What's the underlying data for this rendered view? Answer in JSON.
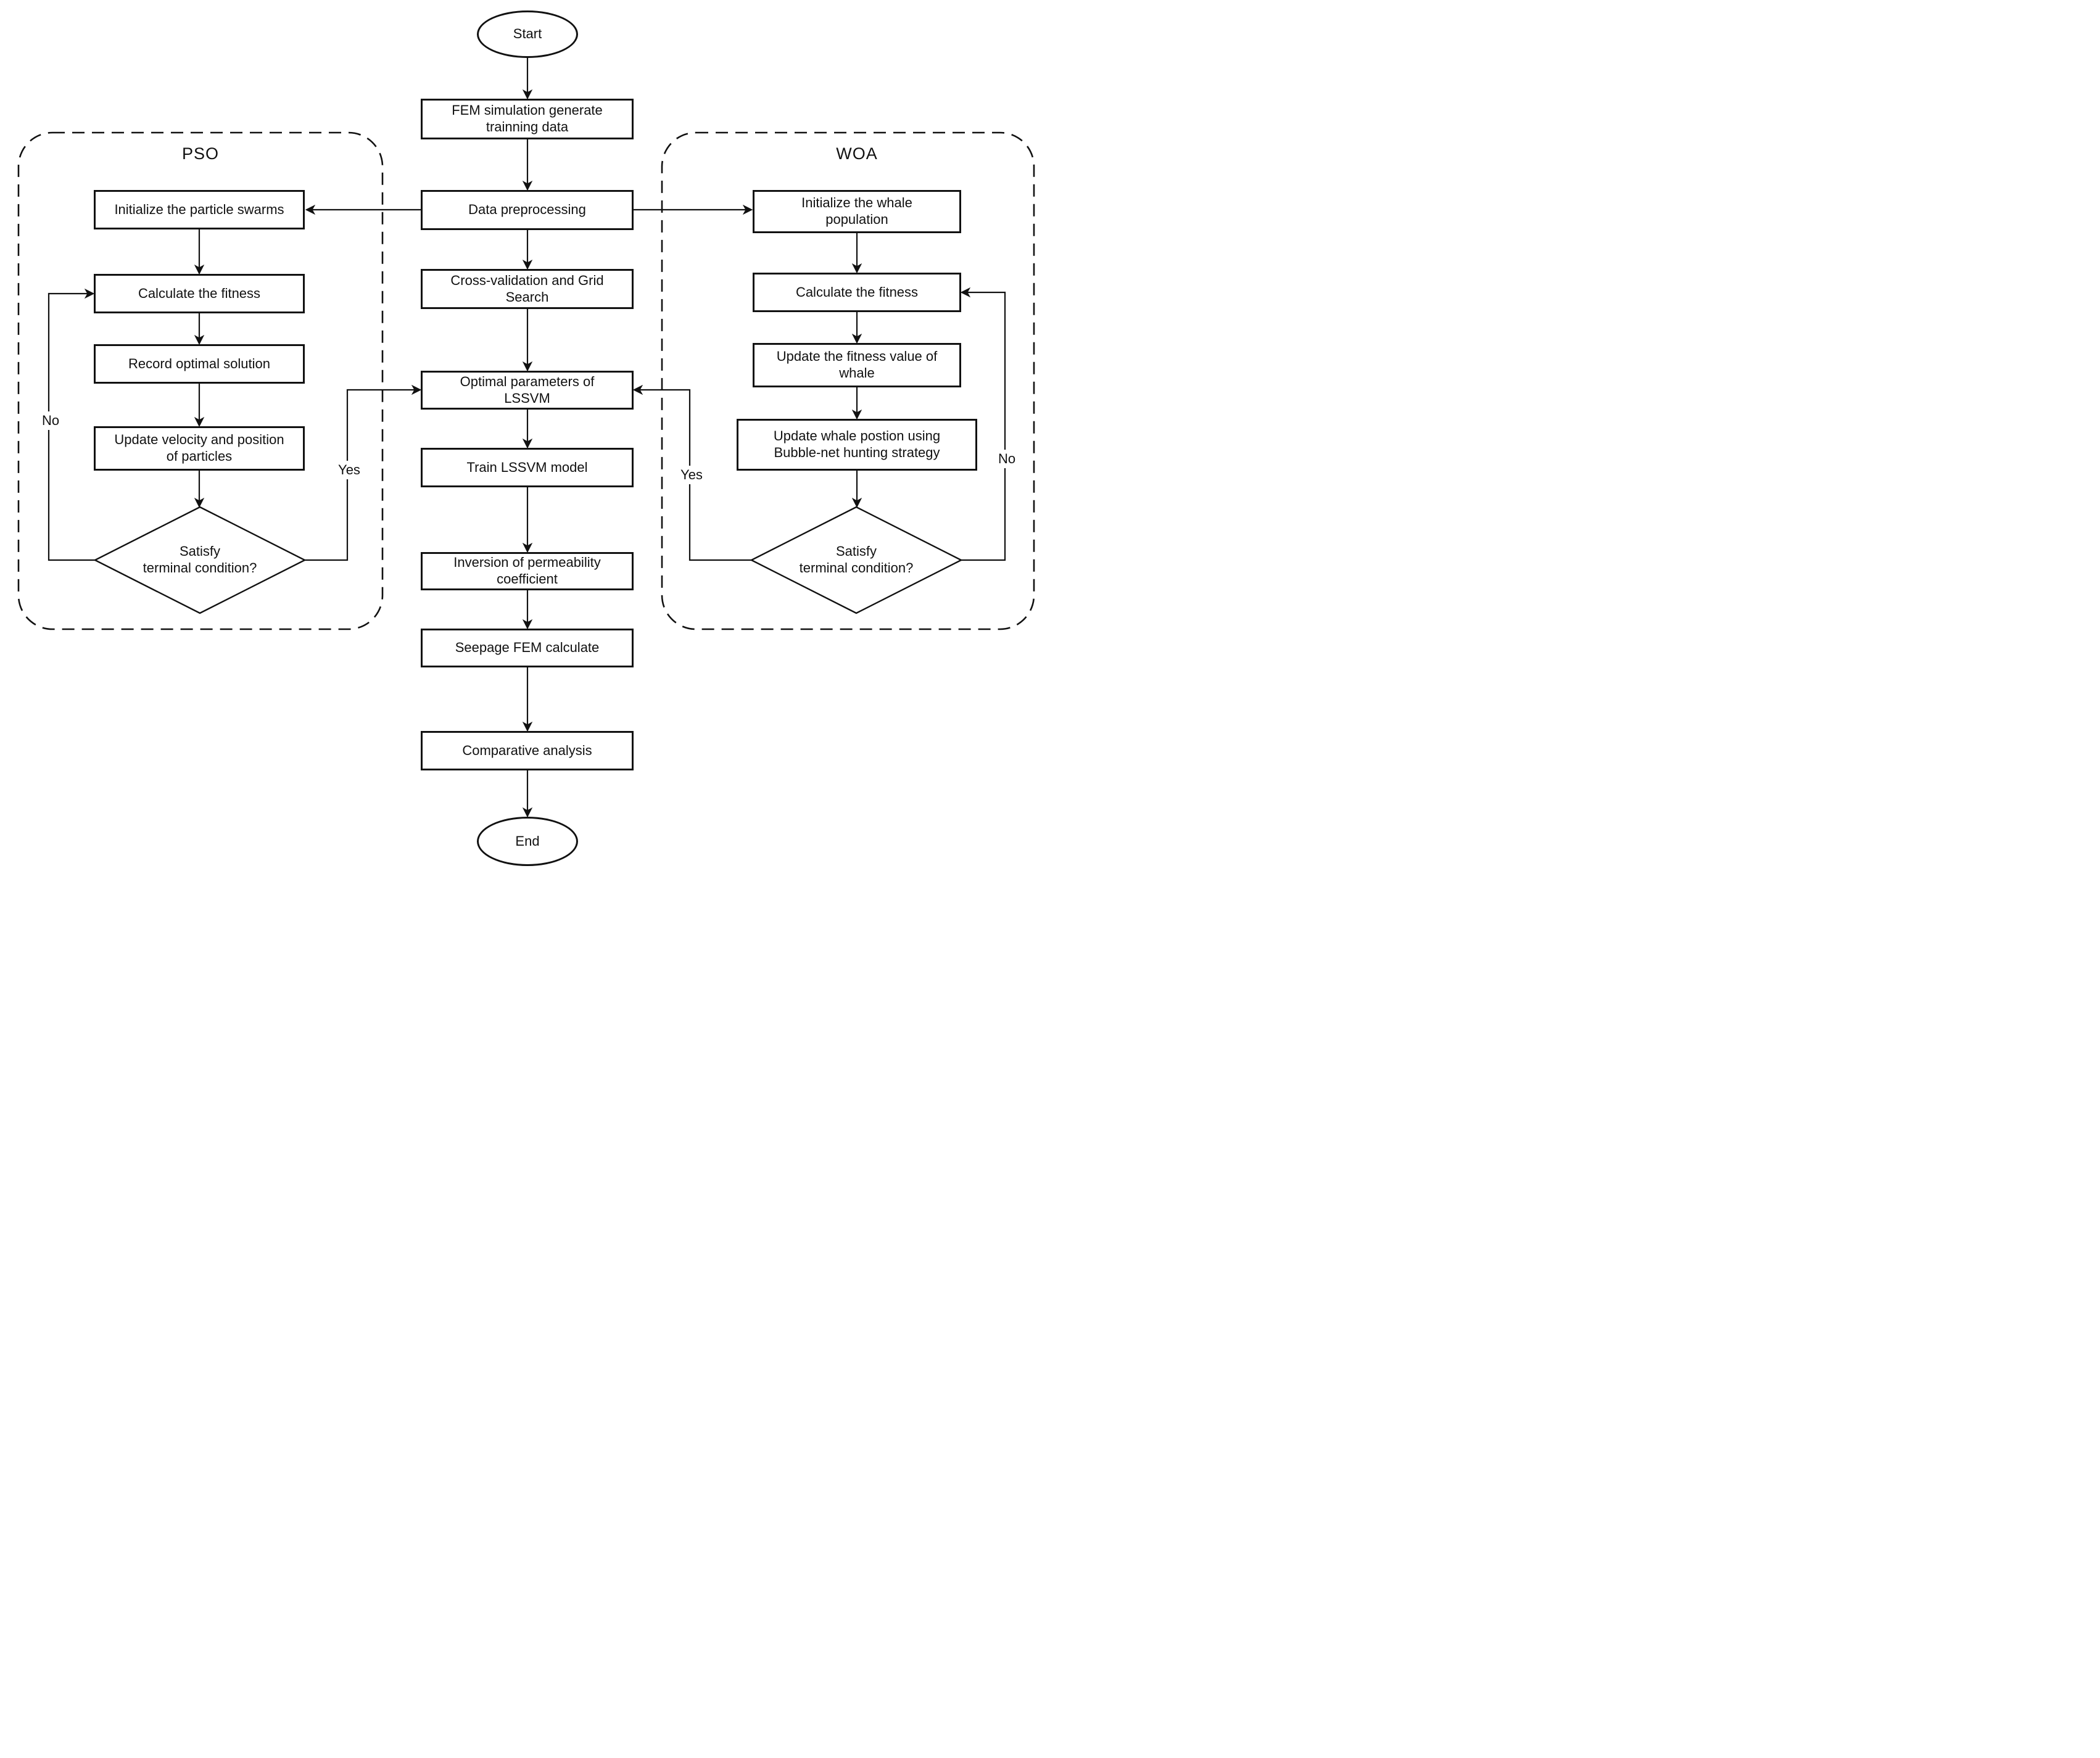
{
  "diagram": {
    "type": "flowchart",
    "background": "#ffffff",
    "line_color": "#111111"
  },
  "groups": {
    "pso": {
      "label": "PSO"
    },
    "woa": {
      "label": "WOA"
    }
  },
  "nodes": {
    "start": {
      "label": "Start",
      "shape": "ellipse"
    },
    "fem_sim": {
      "label": "FEM simulation generate\ntrainning data",
      "shape": "rect"
    },
    "data_pre": {
      "label": "Data preprocessing",
      "shape": "rect"
    },
    "cross_val": {
      "label": "Cross-validation and Grid\nSearch",
      "shape": "rect"
    },
    "optimal_params": {
      "label": "Optimal parameters of\nLSSVM",
      "shape": "rect"
    },
    "train_lssvm": {
      "label": "Train LSSVM model",
      "shape": "rect"
    },
    "inversion": {
      "label": "Inversion of permeability\ncoefficient",
      "shape": "rect"
    },
    "seepage": {
      "label": "Seepage FEM calculate",
      "shape": "rect"
    },
    "comparative": {
      "label": "Comparative analysis",
      "shape": "rect"
    },
    "end": {
      "label": "End",
      "shape": "ellipse"
    },
    "pso_init": {
      "label": "Initialize the particle swarms",
      "shape": "rect"
    },
    "pso_fitness": {
      "label": "Calculate the fitness",
      "shape": "rect"
    },
    "pso_record": {
      "label": "Record optimal solution",
      "shape": "rect"
    },
    "pso_update": {
      "label": "Update velocity and position\nof particles",
      "shape": "rect"
    },
    "pso_condition": {
      "label": "Satisfy\nterminal condition?",
      "shape": "diamond"
    },
    "woa_init": {
      "label": "Initialize the whale\npopulation",
      "shape": "rect"
    },
    "woa_fitness": {
      "label": "Calculate the fitness",
      "shape": "rect"
    },
    "woa_update_fitness": {
      "label": "Update the fitness value of\nwhale",
      "shape": "rect"
    },
    "woa_update_position": {
      "label": "Update whale postion using\nBubble-net hunting strategy",
      "shape": "rect"
    },
    "woa_condition": {
      "label": "Satisfy\nterminal condition?",
      "shape": "diamond"
    }
  },
  "edge_labels": {
    "pso_no": "No",
    "pso_yes": "Yes",
    "woa_no": "No",
    "woa_yes": "Yes"
  },
  "edges": [
    {
      "from": "start",
      "to": "fem_sim"
    },
    {
      "from": "fem_sim",
      "to": "data_pre"
    },
    {
      "from": "data_pre",
      "to": "cross_val"
    },
    {
      "from": "cross_val",
      "to": "optimal_params"
    },
    {
      "from": "optimal_params",
      "to": "train_lssvm"
    },
    {
      "from": "train_lssvm",
      "to": "inversion"
    },
    {
      "from": "inversion",
      "to": "seepage"
    },
    {
      "from": "seepage",
      "to": "comparative"
    },
    {
      "from": "comparative",
      "to": "end"
    },
    {
      "from": "data_pre",
      "to": "pso_init"
    },
    {
      "from": "pso_init",
      "to": "pso_fitness"
    },
    {
      "from": "pso_fitness",
      "to": "pso_record"
    },
    {
      "from": "pso_record",
      "to": "pso_update"
    },
    {
      "from": "pso_update",
      "to": "pso_condition"
    },
    {
      "from": "pso_condition",
      "to": "pso_fitness",
      "label": "No"
    },
    {
      "from": "pso_condition",
      "to": "optimal_params",
      "label": "Yes"
    },
    {
      "from": "data_pre",
      "to": "woa_init"
    },
    {
      "from": "woa_init",
      "to": "woa_fitness"
    },
    {
      "from": "woa_fitness",
      "to": "woa_update_fitness"
    },
    {
      "from": "woa_update_fitness",
      "to": "woa_update_position"
    },
    {
      "from": "woa_update_position",
      "to": "woa_condition"
    },
    {
      "from": "woa_condition",
      "to": "woa_fitness",
      "label": "No"
    },
    {
      "from": "woa_condition",
      "to": "optimal_params",
      "label": "Yes"
    }
  ]
}
